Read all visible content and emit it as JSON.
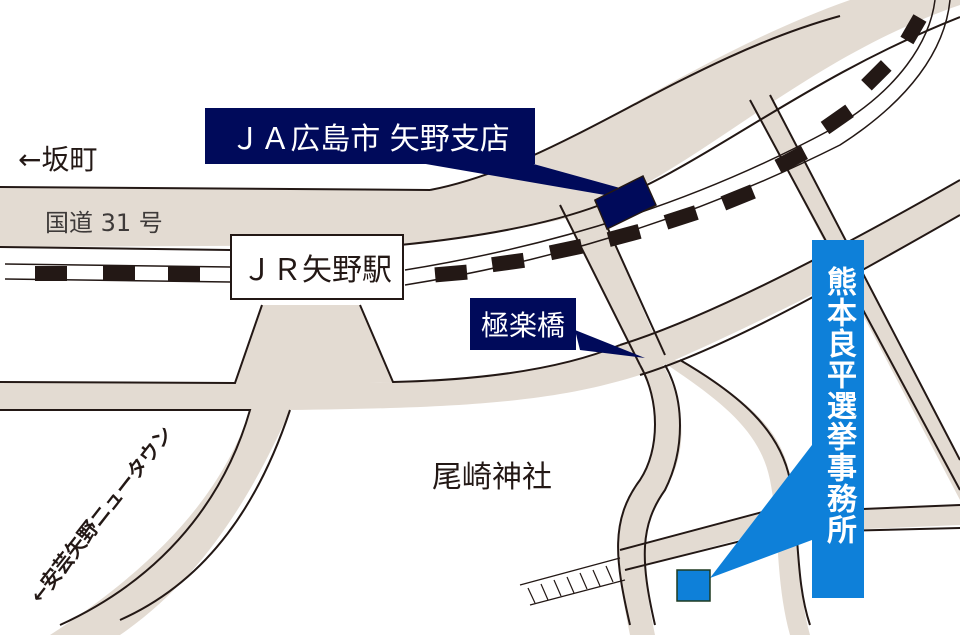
{
  "map": {
    "colors": {
      "road_fill": "#e3dbd2",
      "road_edge": "#231815",
      "rail_dash": "#231815",
      "navy": "#000a5a",
      "office_blue": "#0e80d9"
    },
    "labels": {
      "sakamachi": "←坂町",
      "route31": "国道 31 号",
      "jr_station": "ＪＲ矢野駅",
      "ja_branch": "ＪＡ広島市 矢野支店",
      "gokuraku_bridge": "極楽橋",
      "ozaki_shrine": "尾崎神社",
      "aki_yano_newtown": "←安芸矢野ニュータウン",
      "campaign_office": "熊本良平選挙事務所"
    }
  }
}
